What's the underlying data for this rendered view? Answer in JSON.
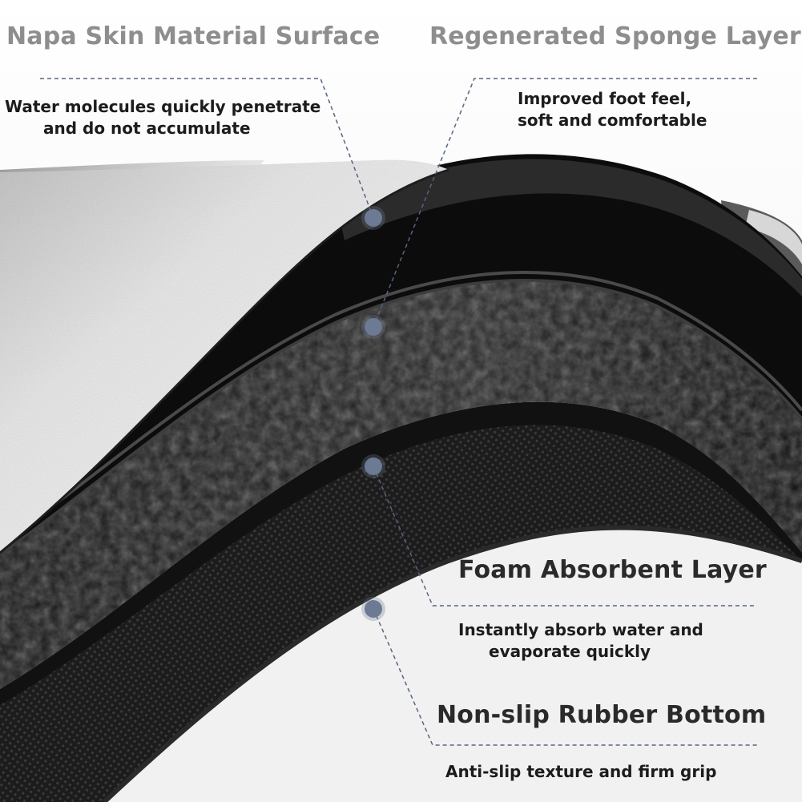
{
  "layers": [
    {
      "title": "Napa Skin Material Surface",
      "desc": [
        "Water molecules quickly penetrate",
        "and do not accumulate"
      ]
    },
    {
      "title": "Regenerated Sponge Layer",
      "desc": [
        "Improved foot feel,",
        "soft and comfortable"
      ]
    },
    {
      "title": "Foam Absorbent Layer",
      "desc": [
        "Instantly absorb water and",
        "evaporate quickly"
      ]
    },
    {
      "title": "Non-slip Rubber Bottom",
      "desc": [
        "Anti-slip texture and firm grip"
      ]
    }
  ],
  "colors": {
    "leader": "#56657f",
    "marker": "#6c7a93",
    "title_light": "#8e8e8e",
    "title_dark": "#2a2a2a"
  }
}
